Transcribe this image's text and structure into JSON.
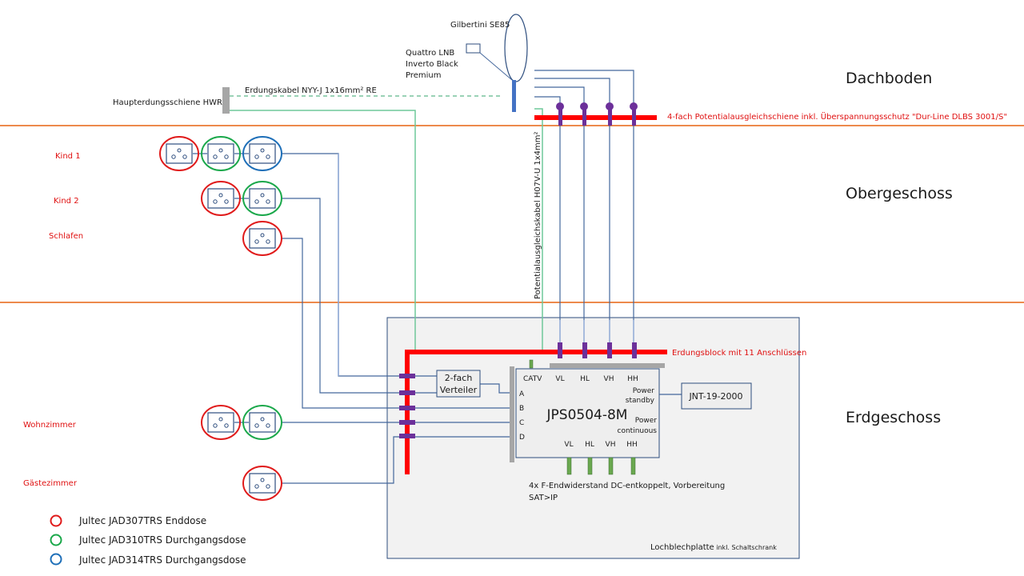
{
  "floors": {
    "attic": "Dachboden",
    "upper": "Obergeschoss",
    "ground": "Erdgeschoss"
  },
  "antenna": {
    "dish_label": "Gilbertini SE85",
    "lnb_label_lines": [
      "Quattro LNB",
      "Inverto Black",
      "Premium"
    ]
  },
  "grounding": {
    "main_bar_label": "Haupterdungsschiene HWR",
    "cable_label": "Erdungskabel NYY-J 1x16mm² RE",
    "equipotential_cable_label": "Potentialausgleichskabel H07V-U 1x4mm²",
    "attic_bar_label": "4-fach Potentialausgleichschiene inkl. Überspannungsschutz \"Dur-Line DLBS 3001/S\"",
    "ground_block_label": "Erdungsblock mit 11 Anschlüssen"
  },
  "rooms": [
    {
      "name": "Kind 1",
      "sockets": [
        "red",
        "green",
        "blue"
      ]
    },
    {
      "name": "Kind 2",
      "sockets": [
        "red",
        "green"
      ]
    },
    {
      "name": "Schlafen",
      "sockets": [
        "red"
      ]
    },
    {
      "name": "Wohnzimmer",
      "sockets": [
        "red",
        "green"
      ]
    },
    {
      "name": "Gästezimmer",
      "sockets": [
        "red"
      ]
    }
  ],
  "cabinet": {
    "splitter_lines": [
      "2-fach",
      "Verteiler"
    ],
    "multiswitch": "JPS0504-8M",
    "inputs_top": [
      "CATV",
      "VL",
      "HL",
      "VH",
      "HH"
    ],
    "inputs_bottom": [
      "VL",
      "HL",
      "VH",
      "HH"
    ],
    "outputs": [
      "A",
      "B",
      "C",
      "D"
    ],
    "power_standby": [
      "Power",
      "standby"
    ],
    "power_continuous": [
      "Power",
      "continuous"
    ],
    "psu": "JNT-19-2000",
    "terminator_note_lines": [
      "4x F-Endwiderstand DC-entkoppelt, Vorbereitung",
      "SAT>IP"
    ],
    "plate_label_main": "Lochblechplatte",
    "plate_label_small": " inkl. Schaltschrank"
  },
  "legend": [
    {
      "color": "#e01a1a",
      "label": "Jultec JAD307TRS Enddose"
    },
    {
      "color": "#1aa84a",
      "label": "Jultec JAD310TRS Durchgangsdose"
    },
    {
      "color": "#1e6fb8",
      "label": "Jultec JAD314TRS Durchgangsdose"
    }
  ],
  "colors": {
    "socket_red": "#e01a1a",
    "socket_green": "#1aa84a",
    "socket_blue": "#1e6fb8",
    "ground_bar": "#ff0000",
    "clip": "#6c309a",
    "floor_line": "#ed8a4c"
  }
}
